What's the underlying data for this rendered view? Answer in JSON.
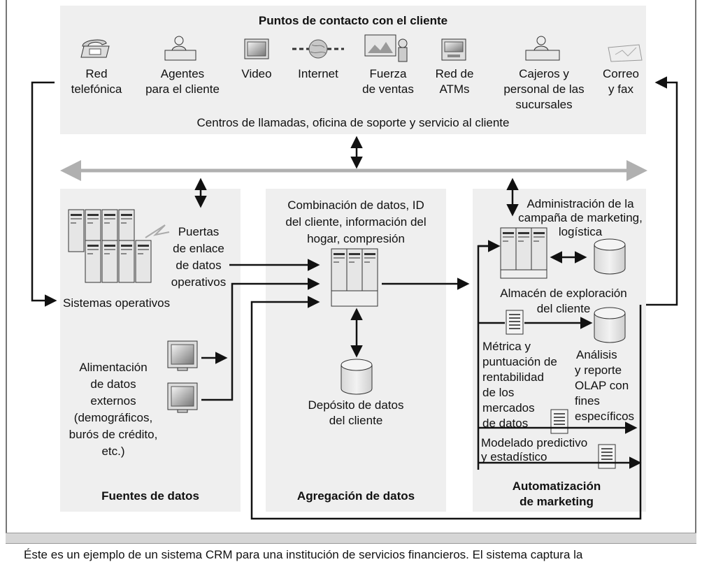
{
  "touchpoints": {
    "title": "Puntos de contacto con el cliente",
    "items": [
      {
        "label_1": "Red",
        "label_2": "telefónica",
        "label_3": "",
        "icon": "telephone-icon"
      },
      {
        "label_1": "Agentes",
        "label_2": "para el cliente",
        "label_3": "",
        "icon": "agent-icon"
      },
      {
        "label_1": "Video",
        "label_2": "",
        "label_3": "",
        "icon": "video-icon"
      },
      {
        "label_1": "Internet",
        "label_2": "",
        "label_3": "",
        "icon": "internet-icon"
      },
      {
        "label_1": "Fuerza",
        "label_2": "de ventas",
        "label_3": "",
        "icon": "salesforce-icon"
      },
      {
        "label_1": "Red de",
        "label_2": "ATMs",
        "label_3": "",
        "icon": "atm-icon"
      },
      {
        "label_1": "Cajeros y",
        "label_2": "personal de las",
        "label_3": "sucursales",
        "icon": "teller-icon"
      },
      {
        "label_1": "Correo",
        "label_2": "y fax",
        "label_3": "",
        "icon": "fax-icon"
      }
    ],
    "footer": "Centros de llamadas, oficina de soporte y servicio al cliente"
  },
  "sources": {
    "title": "Fuentes de datos",
    "gateway": [
      "Puertas",
      "de enlace",
      "de datos",
      "operativos"
    ],
    "operational": "Sistemas operativos",
    "external": [
      "Alimentación",
      "de datos",
      "externos",
      "(demográficos,",
      "burós de crédito,",
      "etc.)"
    ]
  },
  "aggregation": {
    "title": "Agregación de datos",
    "description": [
      "Combinación de datos, ID",
      "del cliente, información del",
      "hogar, compresión"
    ],
    "depot": [
      "Depósito de datos",
      "del cliente"
    ]
  },
  "marketing": {
    "title": [
      "Automatización",
      "de marketing"
    ],
    "campaign": [
      "Administración de la",
      "campaña de marketing,",
      "logística"
    ],
    "warehouse": [
      "Almacén de exploración",
      "del cliente"
    ],
    "metrics": [
      "Métrica y",
      "puntuación de",
      "rentabilidad",
      "de los",
      "mercados",
      "de datos"
    ],
    "olap": [
      "Análisis",
      "y reporte",
      "OLAP con",
      "fines",
      "específicos"
    ],
    "modeling": [
      "Modelado predictivo",
      "y estadístico"
    ]
  },
  "caption": "Éste es un ejemplo de un sistema CRM para una institución de servicios financieros. El sistema captura la"
}
